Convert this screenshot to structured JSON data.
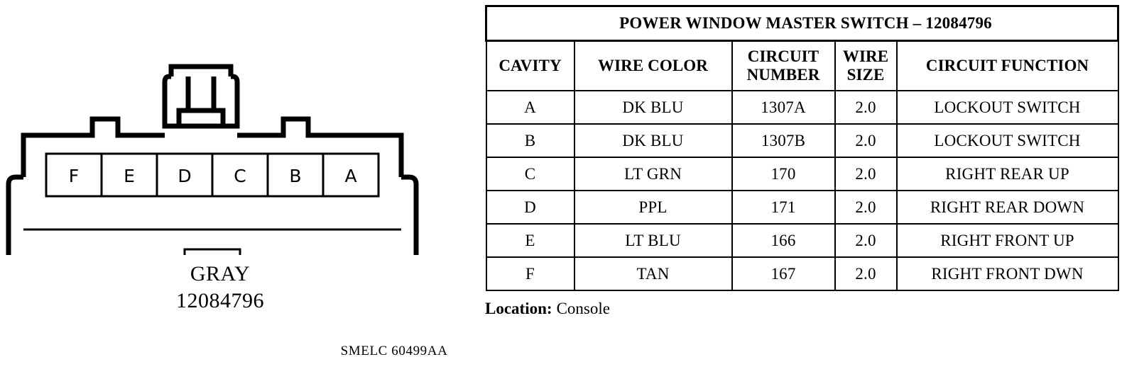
{
  "connector": {
    "cavities": [
      "F",
      "E",
      "D",
      "C",
      "B",
      "A"
    ],
    "color_name": "GRAY",
    "part_number": "12084796",
    "caption_line1": "GRAY",
    "caption_line2": "12084796"
  },
  "table": {
    "title": "POWER WINDOW MASTER SWITCH – 12084796",
    "columns": [
      "CAVITY",
      "WIRE COLOR",
      "CIRCUIT NUMBER",
      "WIRE SIZE",
      "CIRCUIT FUNCTION"
    ],
    "columns_wrapped": [
      "CAVITY",
      "WIRE COLOR",
      "CIRCUIT\nNUMBER",
      "WIRE\nSIZE",
      "CIRCUIT FUNCTION"
    ],
    "rows": [
      {
        "cavity": "A",
        "wire_color": "DK BLU",
        "circuit_number": "1307A",
        "wire_size": "2.0",
        "circuit_function": "LOCKOUT SWITCH"
      },
      {
        "cavity": "B",
        "wire_color": "DK BLU",
        "circuit_number": "1307B",
        "wire_size": "2.0",
        "circuit_function": "LOCKOUT SWITCH"
      },
      {
        "cavity": "C",
        "wire_color": "LT GRN",
        "circuit_number": "170",
        "wire_size": "2.0",
        "circuit_function": "RIGHT REAR UP"
      },
      {
        "cavity": "D",
        "wire_color": "PPL",
        "circuit_number": "171",
        "wire_size": "2.0",
        "circuit_function": "RIGHT REAR DOWN"
      },
      {
        "cavity": "E",
        "wire_color": "LT BLU",
        "circuit_number": "166",
        "wire_size": "2.0",
        "circuit_function": "RIGHT FRONT UP"
      },
      {
        "cavity": "F",
        "wire_color": "TAN",
        "circuit_number": "167",
        "wire_size": "2.0",
        "circuit_function": "RIGHT FRONT DWN"
      }
    ]
  },
  "location": {
    "label": "Location:",
    "value": "Console"
  },
  "footer": {
    "code": "SMELC 60499AA"
  },
  "colors": {
    "ink": "#000000",
    "paper": "#ffffff"
  }
}
